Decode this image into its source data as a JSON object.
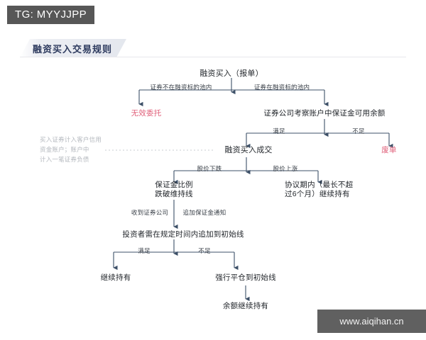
{
  "overlay": {
    "tg_tag": "TG: MYYJJPP",
    "site_tag": "www.aiqihan.cn"
  },
  "header": {
    "title": "融资买入交易规则"
  },
  "colors": {
    "arrow": "#3d5068",
    "red_text": "#e0607a",
    "node_text": "#22262b",
    "sidenote_text": "#b4b8be",
    "banner_text": "#2d3a5e",
    "tag_bg": "#575757"
  },
  "sidenote": {
    "line1": "买入证券计入客户信用",
    "line2": "资金账户；账户中",
    "line3": "计入一笔证券负债"
  },
  "nodes": {
    "start": "融资买入（报单）",
    "invalid_order": "无效委托",
    "broker_check": "证券公司考察账户中保证金可用余额",
    "rejected_order": "废单",
    "deal_done": "融资买入成交",
    "margin_below_line1": "保证金比例",
    "margin_below_line2": "跌破维持线",
    "hold_within_term_line1": "协议期内（最长不超",
    "hold_within_term_line2": "过6个月）继续持有",
    "must_add_margin": "投资者需在规定时间内追加到初始线",
    "keep_holding": "继续持有",
    "force_close": "强行平仓到初始线",
    "balance_keep_holding": "余额继续持有"
  },
  "edge_labels": {
    "not_in_pool": "证券不在融资标的池内",
    "in_pool": "证券在融资标的池内",
    "sufficient_1": "满足",
    "insufficient_1": "不足",
    "price_down": "股价下跌",
    "price_up": "股价上涨",
    "notice_left": "收到证券公司",
    "notice_right": "追加保证金通知",
    "sufficient_2": "满足",
    "insufficient_2": "不足"
  }
}
